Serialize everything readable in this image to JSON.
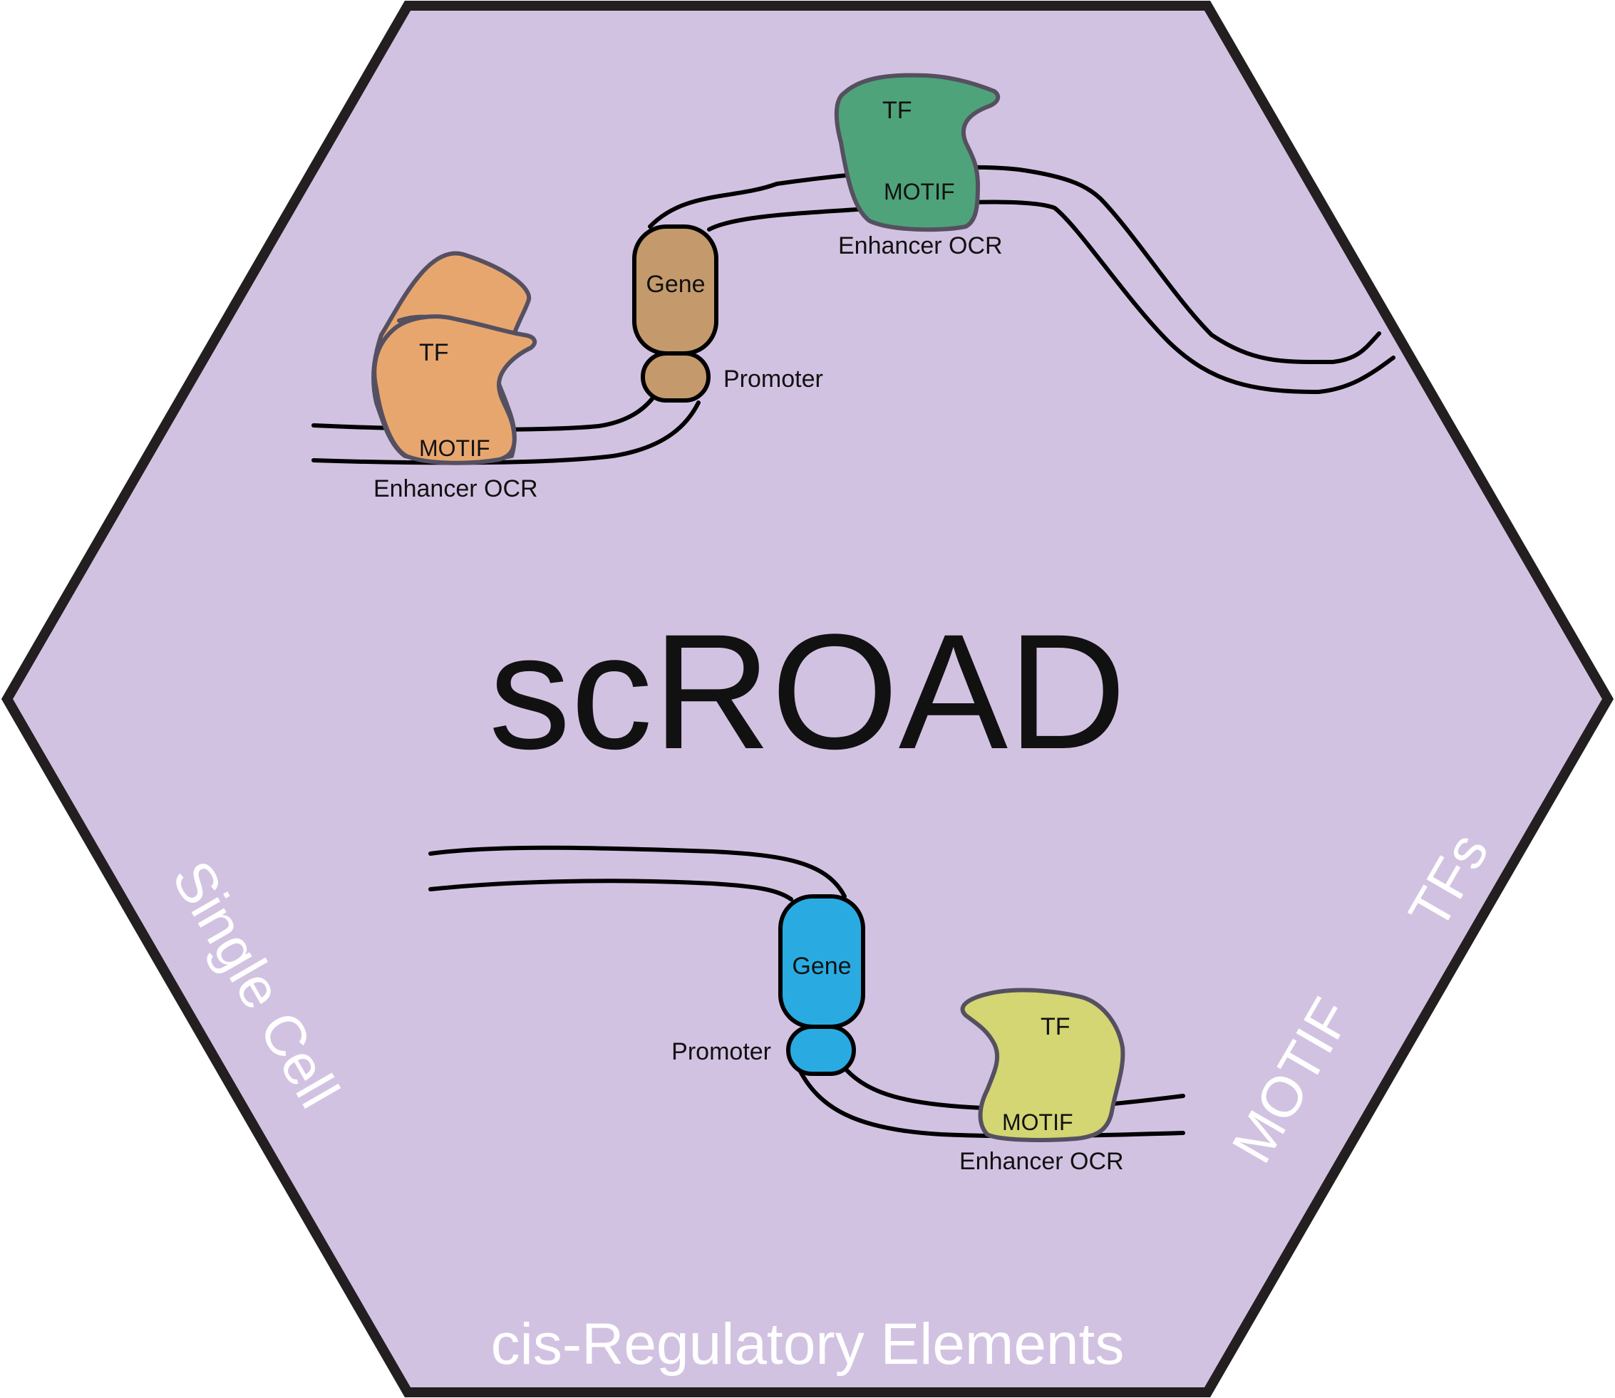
{
  "title": "scROAD",
  "side_labels": {
    "left": "Single Cell",
    "bottom": "cis-Regulatory Elements",
    "right_motif": "MOTIF",
    "right_tfs": "TFs"
  },
  "top_diagram": {
    "tf_left": "TF",
    "motif_left": "MOTIF",
    "enhancer_left": "Enhancer OCR",
    "gene": "Gene",
    "promoter": "Promoter",
    "tf_right": "TF",
    "motif_right": "MOTIF",
    "enhancer_right": "Enhancer OCR"
  },
  "bottom_diagram": {
    "gene": "Gene",
    "promoter": "Promoter",
    "tf": "TF",
    "motif": "MOTIF",
    "enhancer": "Enhancer OCR"
  },
  "colors": {
    "background": "#d2c2e2",
    "border": "#231f20",
    "tf_orange": "#e8a66f",
    "tf_green": "#4fa37a",
    "tf_yellow": "#d4d573",
    "gene_brown": "#c49a6c",
    "gene_blue": "#29abe2"
  }
}
